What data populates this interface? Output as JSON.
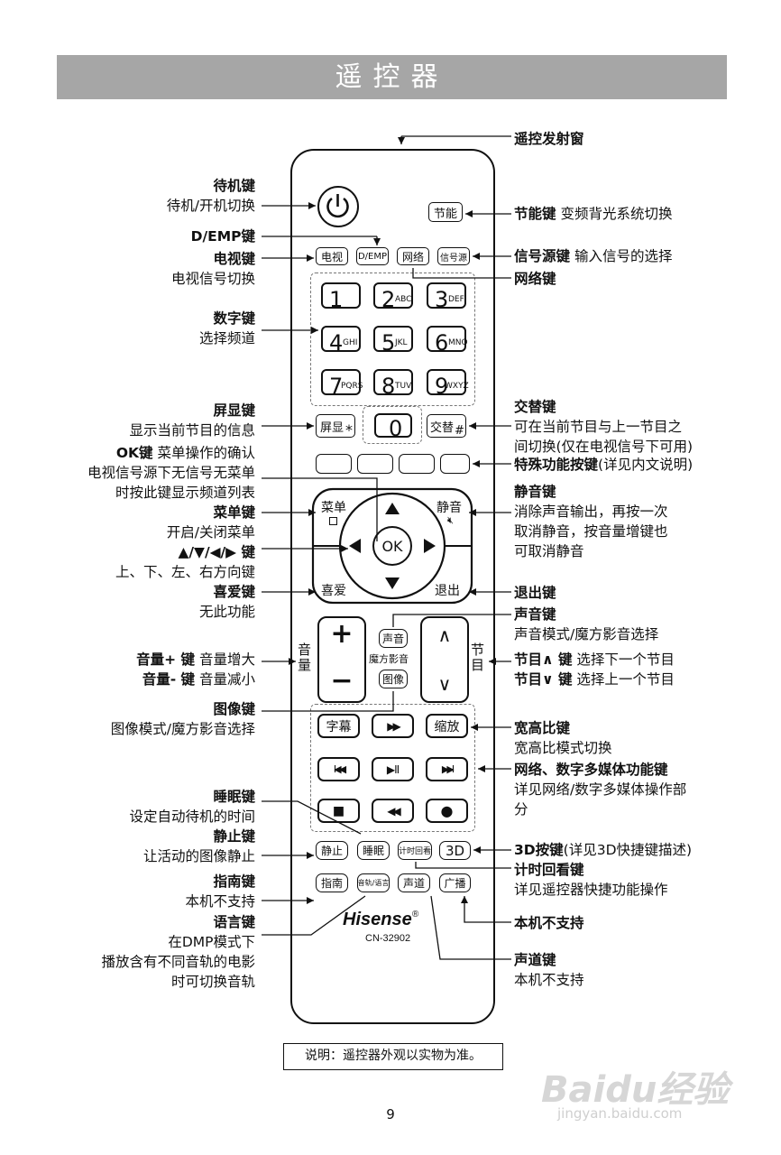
{
  "header": {
    "title": "遥控器"
  },
  "remote": {
    "power_icon": "power-icon",
    "energy": "节能",
    "row_keys": [
      "电视",
      "D/EMP",
      "网络",
      "信号源"
    ],
    "digits": [
      {
        "d": "1",
        "s": ""
      },
      {
        "d": "2",
        "s": "ABC"
      },
      {
        "d": "3",
        "s": "DEF"
      },
      {
        "d": "4",
        "s": "GHI"
      },
      {
        "d": "5",
        "s": "JKL"
      },
      {
        "d": "6",
        "s": "MNO"
      },
      {
        "d": "7",
        "s": "PQRS"
      },
      {
        "d": "8",
        "s": "TUV"
      },
      {
        "d": "9",
        "s": "WXYZ"
      }
    ],
    "display": "屏显",
    "display_sym": "*",
    "zero": "0",
    "swap": "交替",
    "swap_sym": "#",
    "menu": "菜单",
    "mute": "静音",
    "fav": "喜爱",
    "exit": "退出",
    "ok": "OK",
    "vol_label": "音量",
    "vol_plus": "+",
    "vol_minus": "−",
    "sound": "声音",
    "magic": "魔方影音",
    "picture": "图像",
    "ch_label": "节目",
    "ch_up": "∧",
    "ch_down": "∨",
    "subtitle": "字幕",
    "zoom": "缩放",
    "ff": "▶▶",
    "prev": "I◀◀",
    "play": "▶II",
    "next": "▶▶I",
    "stop": "■",
    "rew": "◀◀",
    "rec": "●",
    "still": "静止",
    "sleep": "睡眠",
    "timeshift": "计时回看",
    "k3d": "3D",
    "guide": "指南",
    "lang": "音轨/语言",
    "channel": "声道",
    "broadcast": "广播",
    "brand": "Hisense",
    "reg": "®",
    "model": "CN-32902"
  },
  "left_labels": {
    "standby_t": "待机键",
    "standby_d": "待机/开机切换",
    "demp_t": "D/EMP键",
    "tv_t": "电视键",
    "tv_d": "电视信号切换",
    "digit_t": "数字键",
    "digit_d": "选择频道",
    "osd_t": "屏显键",
    "osd_d": "显示当前节目的信息",
    "ok_t": "OK键",
    "ok_d1": "菜单操作的确认",
    "ok_d2": "电视信号源下无信号无菜单",
    "ok_d3": "时按此键显示频道列表",
    "menu_t": "菜单键",
    "menu_d": "开启/关闭菜单",
    "arrow_t": "▲/▼/◀/▶ 键",
    "arrow_d": "上、下、左、右方向键",
    "fav_t": "喜爱键",
    "fav_d": "无此功能",
    "volp_t": "音量+ 键",
    "volp_d": "音量增大",
    "volm_t": "音量- 键",
    "volm_d": "音量减小",
    "pic_t": "图像键",
    "pic_d": "图像模式/魔方影音选择",
    "sleep_t": "睡眠键",
    "sleep_d": "设定自动待机的时间",
    "still_t": "静止键",
    "still_d": "让活动的图像静止",
    "guide_t": "指南键",
    "guide_d": "本机不支持",
    "lang_t": "语言键",
    "lang_d1": "在DMP模式下",
    "lang_d2": "播放含有不同音轨的电影",
    "lang_d3": "时可切换音轨"
  },
  "right_labels": {
    "ir": "遥控发射窗",
    "energy_t": "节能键",
    "energy_d": "变频背光系统切换",
    "src_t": "信号源键",
    "src_d": "输入信号的选择",
    "net_t": "网络键",
    "swap_t": "交替键",
    "swap_d1": "可在当前节目与上一节目之",
    "swap_d2": "间切换(仅在电视信号下可用)",
    "color_t": "特殊功能按键",
    "color_d": "(详见内文说明)",
    "mute_t": "静音键",
    "mute_d1": "消除声音输出，再按一次",
    "mute_d2": "取消静音，按音量增键也",
    "mute_d3": "可取消静音",
    "exit_t": "退出键",
    "sound_t": "声音键",
    "sound_d": "声音模式/魔方影音选择",
    "chup_t": "节目∧ 键",
    "chup_d": "选择下一个节目",
    "chdn_t": "节目∨ 键",
    "chdn_d": "选择上一个节目",
    "aspect_t": "宽高比键",
    "aspect_d": "宽高比模式切换",
    "media_t": "网络、数字多媒体功能键",
    "media_d1": "详见网络/数字多媒体操作部",
    "media_d2": "分",
    "k3d_t": "3D按键",
    "k3d_d": "(详见3D快捷键描述)",
    "ts_t": "计时回看键",
    "ts_d": "详见遥控器快捷功能操作",
    "bc_t": "本机不支持",
    "ch_t": "声道键",
    "ch_d": "本机不支持"
  },
  "note": "说明：遥控器外观以实物为准。",
  "page_number": "9",
  "watermark": {
    "logo": "Baidu经验",
    "url": "jingyan.baidu.com"
  }
}
